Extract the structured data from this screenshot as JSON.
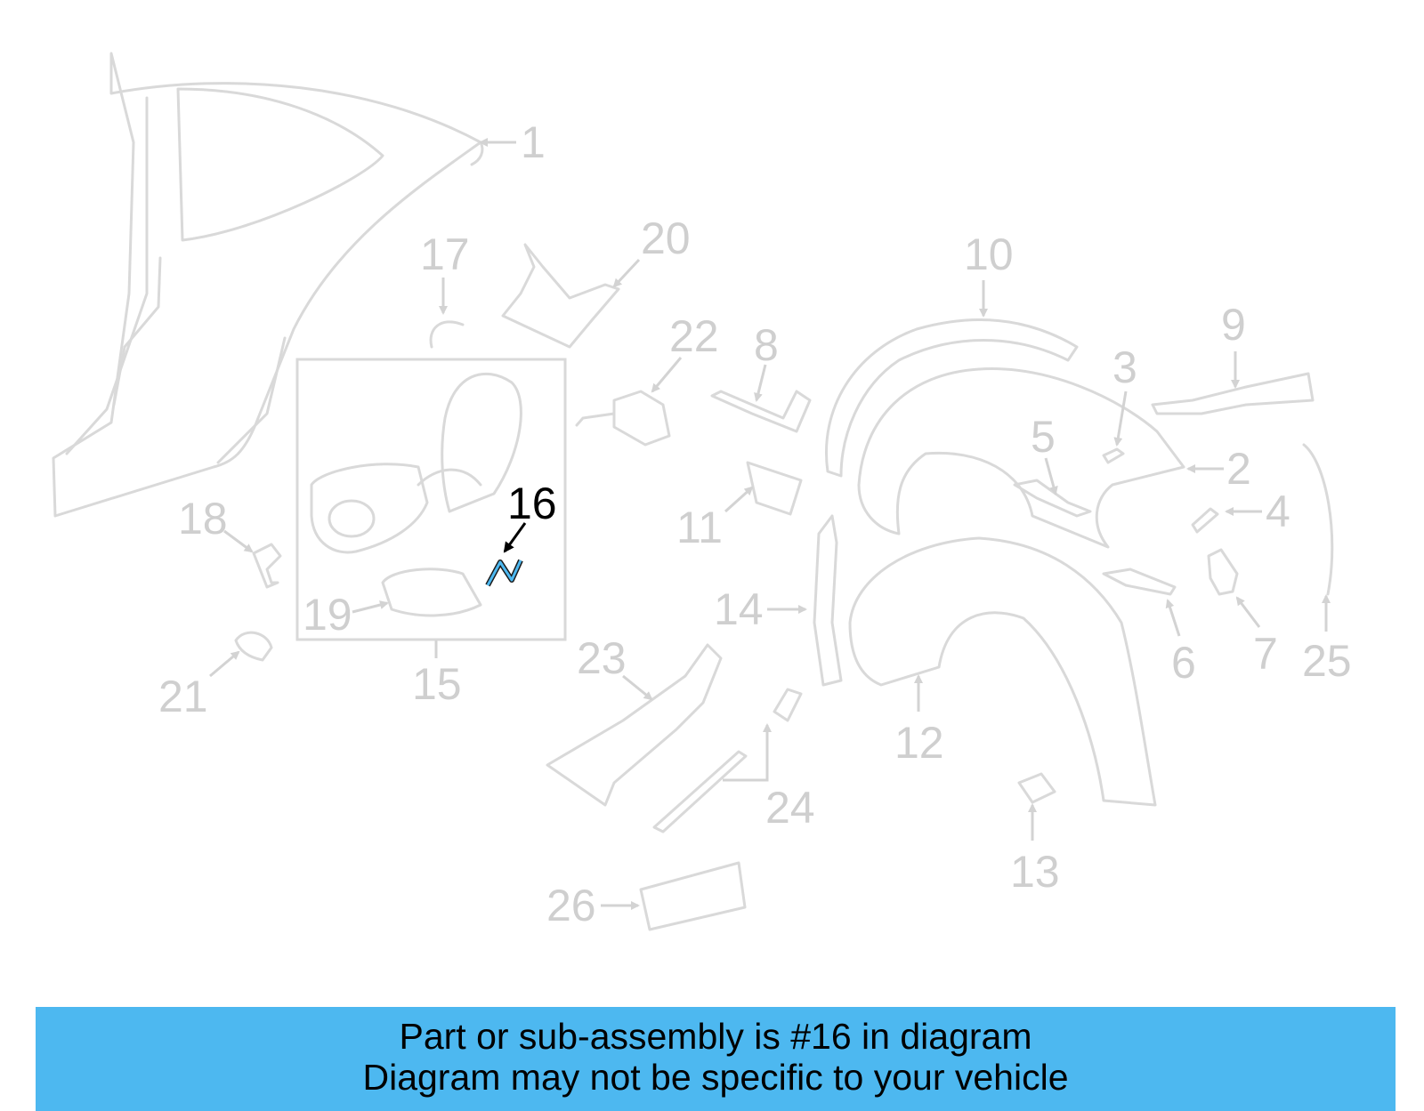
{
  "diagram": {
    "highlight_color": "#4db8f0",
    "highlighted_part": "16",
    "callouts": [
      "1",
      "2",
      "3",
      "4",
      "5",
      "6",
      "7",
      "8",
      "9",
      "10",
      "11",
      "12",
      "13",
      "14",
      "15",
      "16",
      "17",
      "18",
      "19",
      "20",
      "21",
      "22",
      "23",
      "24",
      "25",
      "26"
    ]
  },
  "banner": {
    "line1": "Part or sub-assembly is #16 in diagram",
    "line2": "Diagram may not be specific to your vehicle",
    "background": "#4db8f0"
  }
}
